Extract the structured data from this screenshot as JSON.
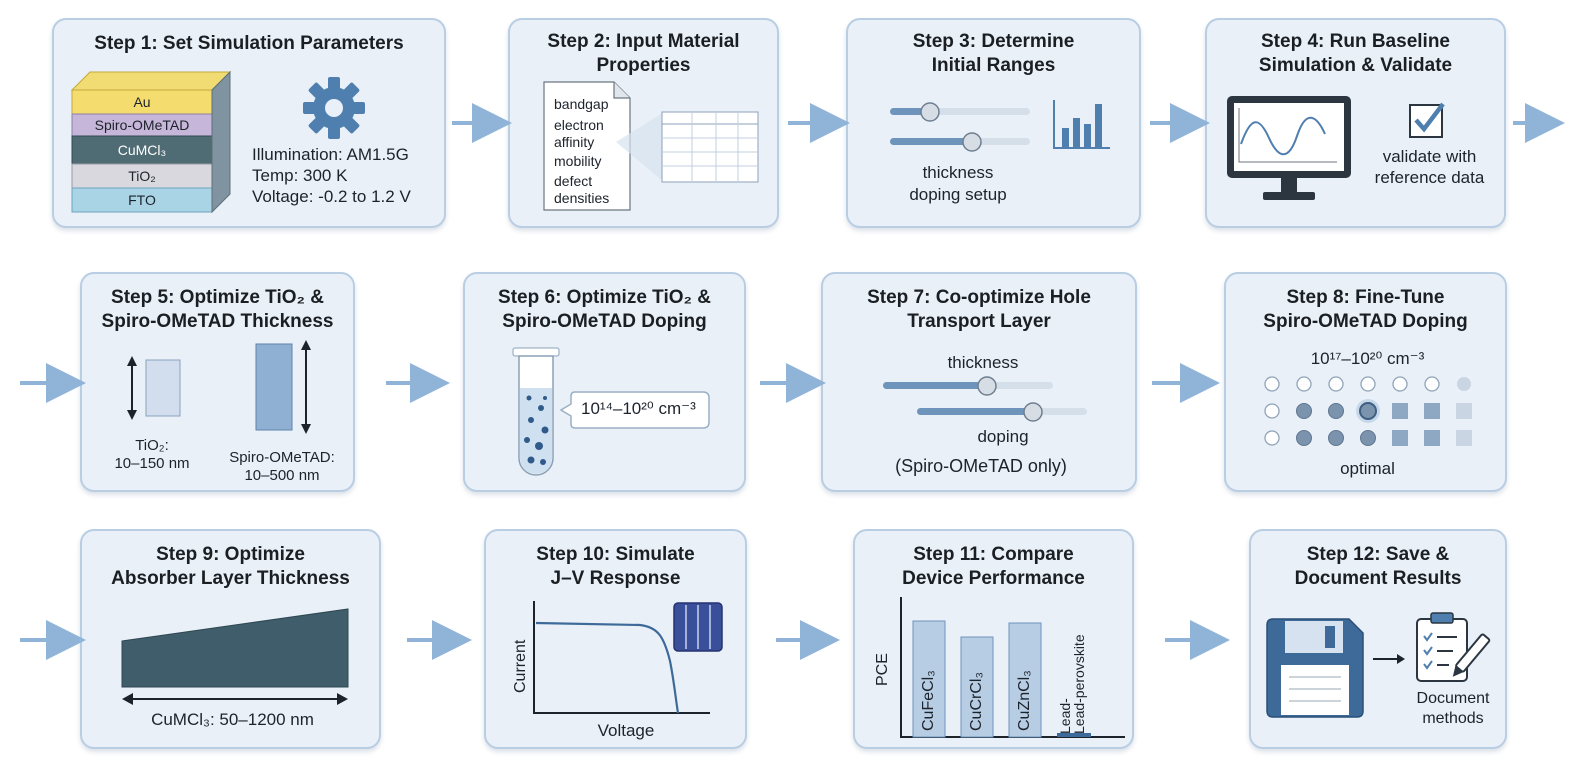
{
  "steps": {
    "s1": {
      "title": "Step 1: Set Simulation Parameters",
      "layers": [
        "Au",
        "Spiro-OMeTAD",
        "CuMCl₃",
        "TiO₂",
        "FTO"
      ],
      "params": [
        "Illumination: AM1.5G",
        "Temp: 300 K",
        "Voltage: -0.2 to 1.2 V"
      ]
    },
    "s2": {
      "title_l1": "Step 2: Input Material",
      "title_l2": "Properties",
      "doc_lines": [
        "bandgap",
        "electron",
        "affinity",
        "mobility",
        "defect",
        "densities"
      ]
    },
    "s3": {
      "title_l1": "Step 3: Determine",
      "title_l2": "Initial Ranges",
      "labels": [
        "thickness",
        "doping setup"
      ]
    },
    "s4": {
      "title_l1": "Step 4: Run Baseline",
      "title_l2": "Simulation & Validate",
      "labels": [
        "validate with",
        "reference data"
      ]
    },
    "s5": {
      "title_l1": "Step 5: Optimize TiO₂ &",
      "title_l2": "Spiro-OMeTAD Thickness",
      "tio2_l1": "TiO₂:",
      "tio2_l2": "10–150 nm",
      "spiro_l1": "Spiro-OMeTAD:",
      "spiro_l2": "10–500 nm"
    },
    "s6": {
      "title_l1": "Step 6: Optimize TiO₂ &",
      "title_l2": "Spiro-OMeTAD Doping",
      "range": "10¹⁴–10²⁰ cm⁻³"
    },
    "s7": {
      "title_l1": "Step 7: Co-optimize Hole",
      "title_l2": "Transport Layer",
      "thickness": "thickness",
      "doping": "doping",
      "note": "(Spiro-OMeTAD only)"
    },
    "s8": {
      "title_l1": "Step 8: Fine-Tune",
      "title_l2": "Spiro-OMeTAD Doping",
      "range": "10¹⁷–10²⁰ cm⁻³",
      "optimal": "optimal"
    },
    "s9": {
      "title_l1": "Step 9: Optimize",
      "title_l2": "Absorber Layer Thickness",
      "range": "CuMCl₃: 50–1200 nm"
    },
    "s10": {
      "title_l1": "Step 10: Simulate",
      "title_l2": "J–V Response",
      "ylabel": "Current",
      "xlabel": "Voltage"
    },
    "s11": {
      "title_l1": "Step 11: Compare",
      "title_l2": "Device Performance",
      "ylabel": "PCE",
      "bars": [
        "CuFeCl₃",
        "CuCrCl₃",
        "CuZnCl₃",
        "Lead-",
        "Lead-perovskite"
      ]
    },
    "s12": {
      "title_l1": "Step 12: Save &",
      "title_l2": "Document Results",
      "labels": [
        "Document",
        "methods"
      ]
    }
  },
  "colors": {
    "card_bg": "#e9f0f8",
    "card_border": "#b9cde3",
    "accent": "#4f7fae",
    "arrow": "#8fb4d8"
  }
}
